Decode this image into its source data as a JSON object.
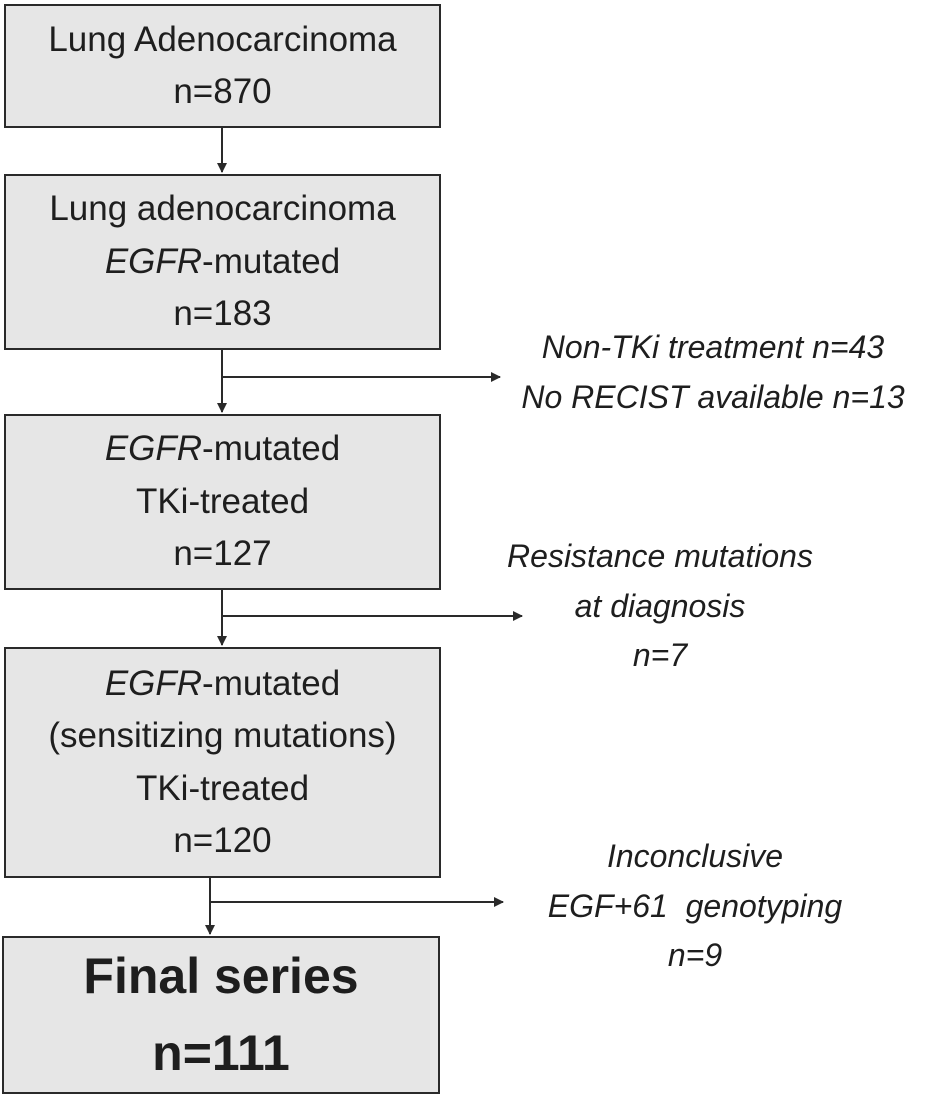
{
  "boxes": [
    {
      "lines": [
        "Lung Adenocarcinoma",
        "n=870"
      ]
    },
    {
      "lines": [
        "Lung adenocarcinoma",
        "-mutated",
        "n=183"
      ],
      "italic_prefix": "EGFR"
    },
    {
      "lines": [
        "-mutated",
        "TKi-treated",
        "n=127"
      ],
      "italic_prefix": "EGFR"
    },
    {
      "lines": [
        "-mutated",
        "(sensitizing mutations)",
        "TKi-treated",
        "n=120"
      ],
      "italic_prefix": "EGFR"
    },
    {
      "lines": [
        "Final series",
        "n=111"
      ]
    }
  ],
  "exclusions": [
    {
      "lines": [
        "Non-TKi treatment n=43",
        "No RECIST available n=13"
      ]
    },
    {
      "lines": [
        "Resistance mutations",
        "at diagnosis",
        "n=7"
      ]
    },
    {
      "lines": [
        "Inconclusive",
        "EGF+61  genotyping",
        "n=9"
      ]
    }
  ],
  "colors": {
    "box_fill": "#e6e6e6",
    "line": "#2a2a2a"
  }
}
